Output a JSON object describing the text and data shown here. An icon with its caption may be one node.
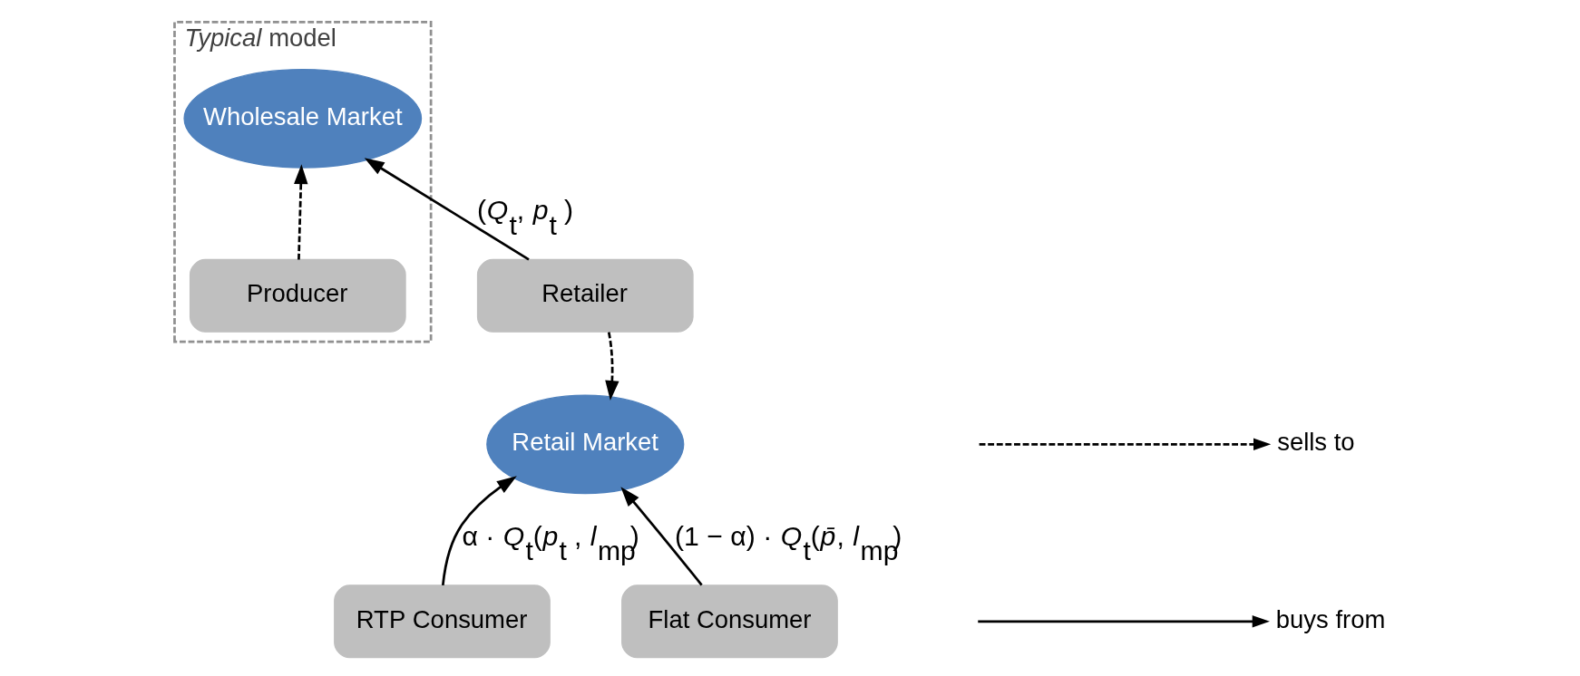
{
  "diagram": {
    "nodes": [
      {
        "text": [
          "*Typical* model"
        ]
      },
      {
        "text": [
          "Wholesale Market"
        ],
        "in": 0
      },
      {
        "text": [
          "Producer"
        ],
        "in": 0
      },
      {
        "text": [
          "Retailer"
        ]
      },
      {
        "text": [
          "Retail Market"
        ]
      },
      {
        "text": [
          "RTP Consumer"
        ]
      },
      {
        "text": [
          "Flat Consumer"
        ]
      }
    ],
    "edges": [
      {
        "from": 2,
        "to": 1,
        "arrow": "to",
        "style": "dashed"
      },
      {
        "from": 3,
        "to": 1,
        "arrow": "to",
        "label": "(*Q*$_{t}$, *p*$_{t}$ )"
      },
      {
        "from": 3,
        "to": 4,
        "arrow": "to",
        "style": "dashed"
      },
      {
        "from": 5,
        "to": 4,
        "arrow": "to",
        "label": "α · *Q*$_{t}$(*p*$_{t}$ , *l*$_{mp}$)"
      },
      {
        "from": 6,
        "to": 4,
        "arrow": "to",
        "label": "(1 − α) · *Q*$_{t}$(*p̄*, *l*$_{mp}$)"
      }
    ],
    "legend": [
      {
        "text": "sells to"
      },
      {
        "text": "buys from"
      }
    ]
  }
}
